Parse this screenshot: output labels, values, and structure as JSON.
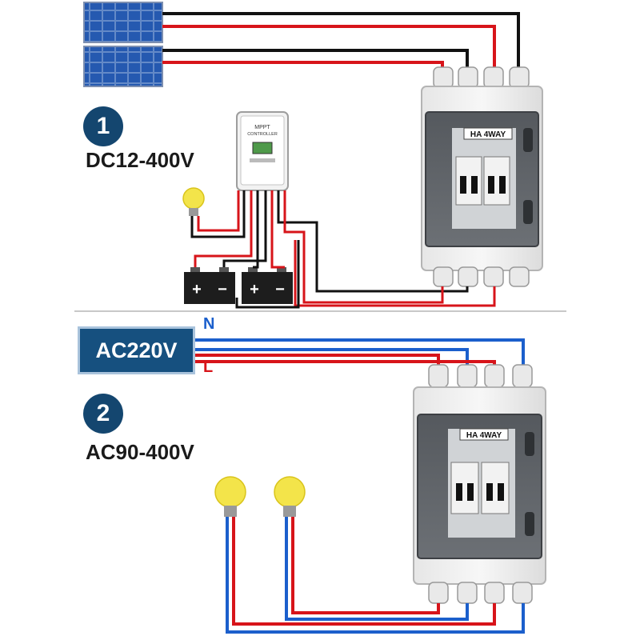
{
  "section1": {
    "number": "1",
    "label": "DC12-400V"
  },
  "section2": {
    "number": "2",
    "label": "AC90-400V"
  },
  "ac_source": {
    "label": "AC220V",
    "neutral_label": "N",
    "live_label": "L"
  },
  "combiner_box": {
    "label": "HA 4WAY"
  },
  "controller": {
    "line1": "MPPT",
    "line2": "CONTROLLER"
  },
  "battery": {
    "plus": "+",
    "minus": "−"
  },
  "colors": {
    "red_wire": "#d7141a",
    "black_wire": "#111111",
    "blue_wire": "#1b5fcc",
    "badge": "#14466f",
    "ac_box": "#16507f",
    "bulb": "#f3e44a",
    "panel": "#1e4f9c"
  }
}
